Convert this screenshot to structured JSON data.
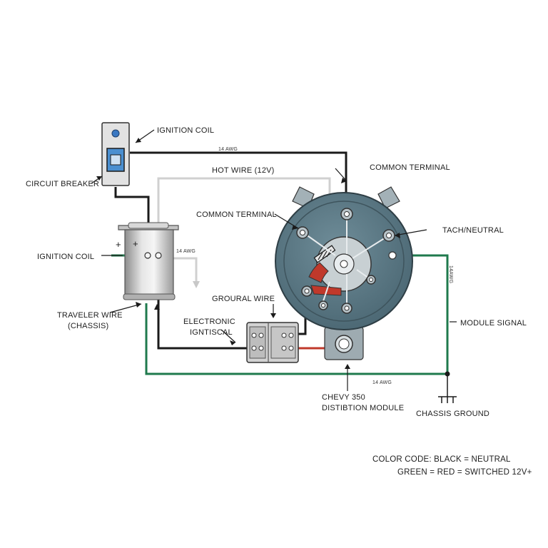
{
  "labels": {
    "ignition_coil_top": "IGNITION COIL",
    "circuit_breaker": "CIRCUIT BREAKER",
    "awg_top": "14 AWG",
    "hot_wire": "HOT WIRE (12V)",
    "common_terminal_1": "COMMON TERMINAL",
    "common_terminal_2": "COMMON TERMINAL",
    "tach_neutral": "TACH/NEUTRAL",
    "ignition_coil_side": "IGNITION COIL",
    "awg_coil": "14 AWG",
    "plus_1": "+",
    "plus_2": "+",
    "traveler_wire_1": "TRAVELER WIRE",
    "traveler_wire_2": "(CHASSIS)",
    "groural_wire": "GROURAL WIRE",
    "electronic_1": "ELECTRONIC",
    "electronic_2": "IGNTISCAL",
    "vert_awg": "14AWG",
    "module_signal": "MODULE SIGNAL",
    "awg_bottom": "14 AWG",
    "chevy_1": "CHEVY 350",
    "chevy_2": "DISTIBTION MODULE",
    "chassis_ground": "CHASSIS GROUND"
  },
  "legend": {
    "line1": "COLOR CODE:  BLACK = NEUTRAL",
    "line2": "GREEN = RED = SWITCHED 12V+"
  },
  "colors": {
    "black_wire": "#1a1a1a",
    "green_wire": "#1f7a4d",
    "red_wire": "#c0392b",
    "hot_wire": "#d0d0d0",
    "distributor": "#5b7a87"
  }
}
